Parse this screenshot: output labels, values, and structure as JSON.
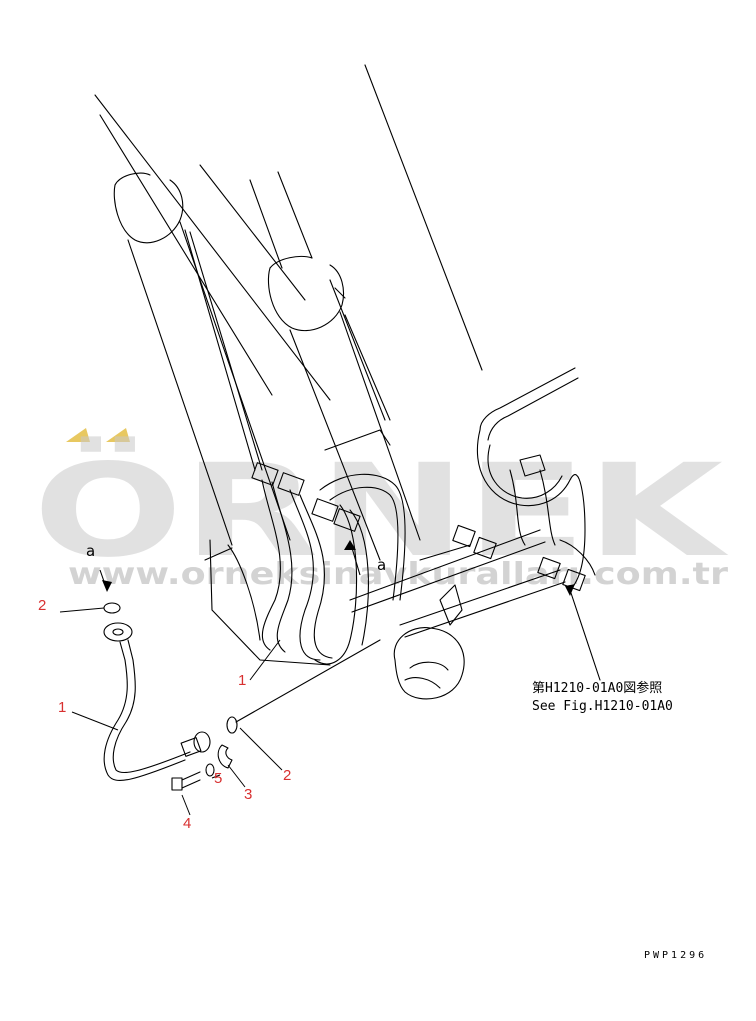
{
  "watermark": {
    "brand": "ÖRNEK",
    "url": "www.orneksinavkuralları.com.tr",
    "color": "#c8c8c8",
    "accent": "#e8c860"
  },
  "callouts": {
    "c1a": "1",
    "c1b": "1",
    "c2a": "2",
    "c2b": "2",
    "c3": "3",
    "c4": "4",
    "c5": "5",
    "color": "#d83030"
  },
  "view_marks": {
    "left": "a",
    "center": "a"
  },
  "reference": {
    "jp": "第H1210-01A0図参照",
    "en": "See Fig.H1210-01A0"
  },
  "drawing_code": "PWP1296"
}
